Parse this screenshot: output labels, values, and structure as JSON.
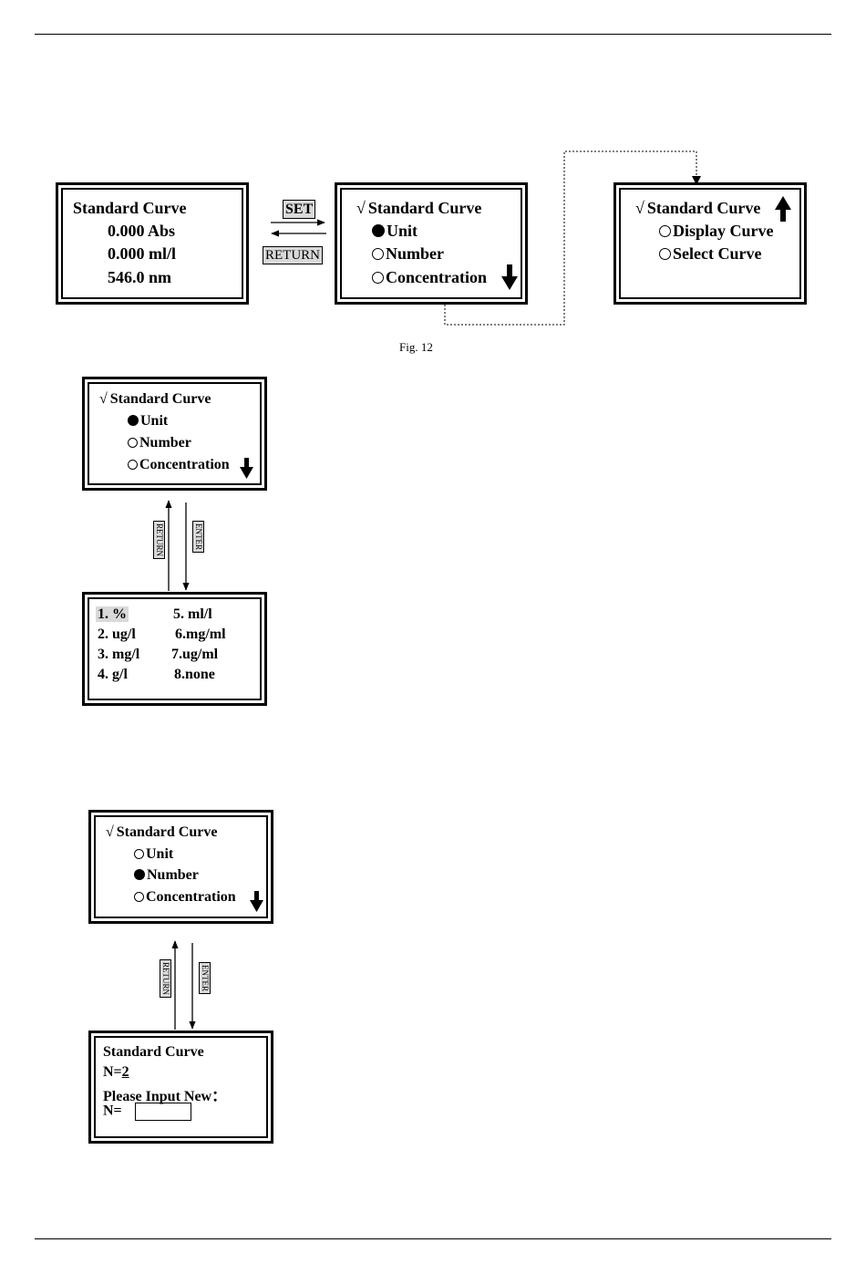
{
  "figure_caption": "Fig. 12",
  "buttons": {
    "set": "SET",
    "return": "RETURN",
    "enter": "ENTER"
  },
  "screen_main": {
    "title": "Standard Curve",
    "abs": "0.000 Abs",
    "conc": "0.000 ml/l",
    "wavelength": "546.0 nm"
  },
  "screen_menu_a": {
    "title": "Standard Curve",
    "items": [
      "Unit",
      "Number",
      "Concentration"
    ],
    "selected_index": 0
  },
  "screen_menu_b": {
    "title": "Standard Curve",
    "items": [
      "Display Curve",
      "Select Curve"
    ]
  },
  "screen_unit_menu": {
    "title": "Standard Curve",
    "items": [
      "Unit",
      "Number",
      "Concentration"
    ],
    "selected_index": 0
  },
  "screen_units": {
    "left": [
      "1. %",
      "2. ug/l",
      "3. mg/l",
      "4. g/l"
    ],
    "right": [
      "5. ml/l",
      "6.mg/ml",
      "7.ug/ml",
      "8.none"
    ],
    "highlighted": "1. %"
  },
  "screen_number_menu": {
    "title": "Standard Curve",
    "items": [
      "Unit",
      "Number",
      "Concentration"
    ],
    "selected_index": 1
  },
  "screen_number_input": {
    "title": "Standard Curve",
    "n_label": "N=",
    "n_value": "2",
    "prompt": "Please Input New：",
    "new_label": "N="
  },
  "icons": {
    "check": "check-mark-icon",
    "up": "arrow-up-icon",
    "down": "arrow-down-icon"
  }
}
